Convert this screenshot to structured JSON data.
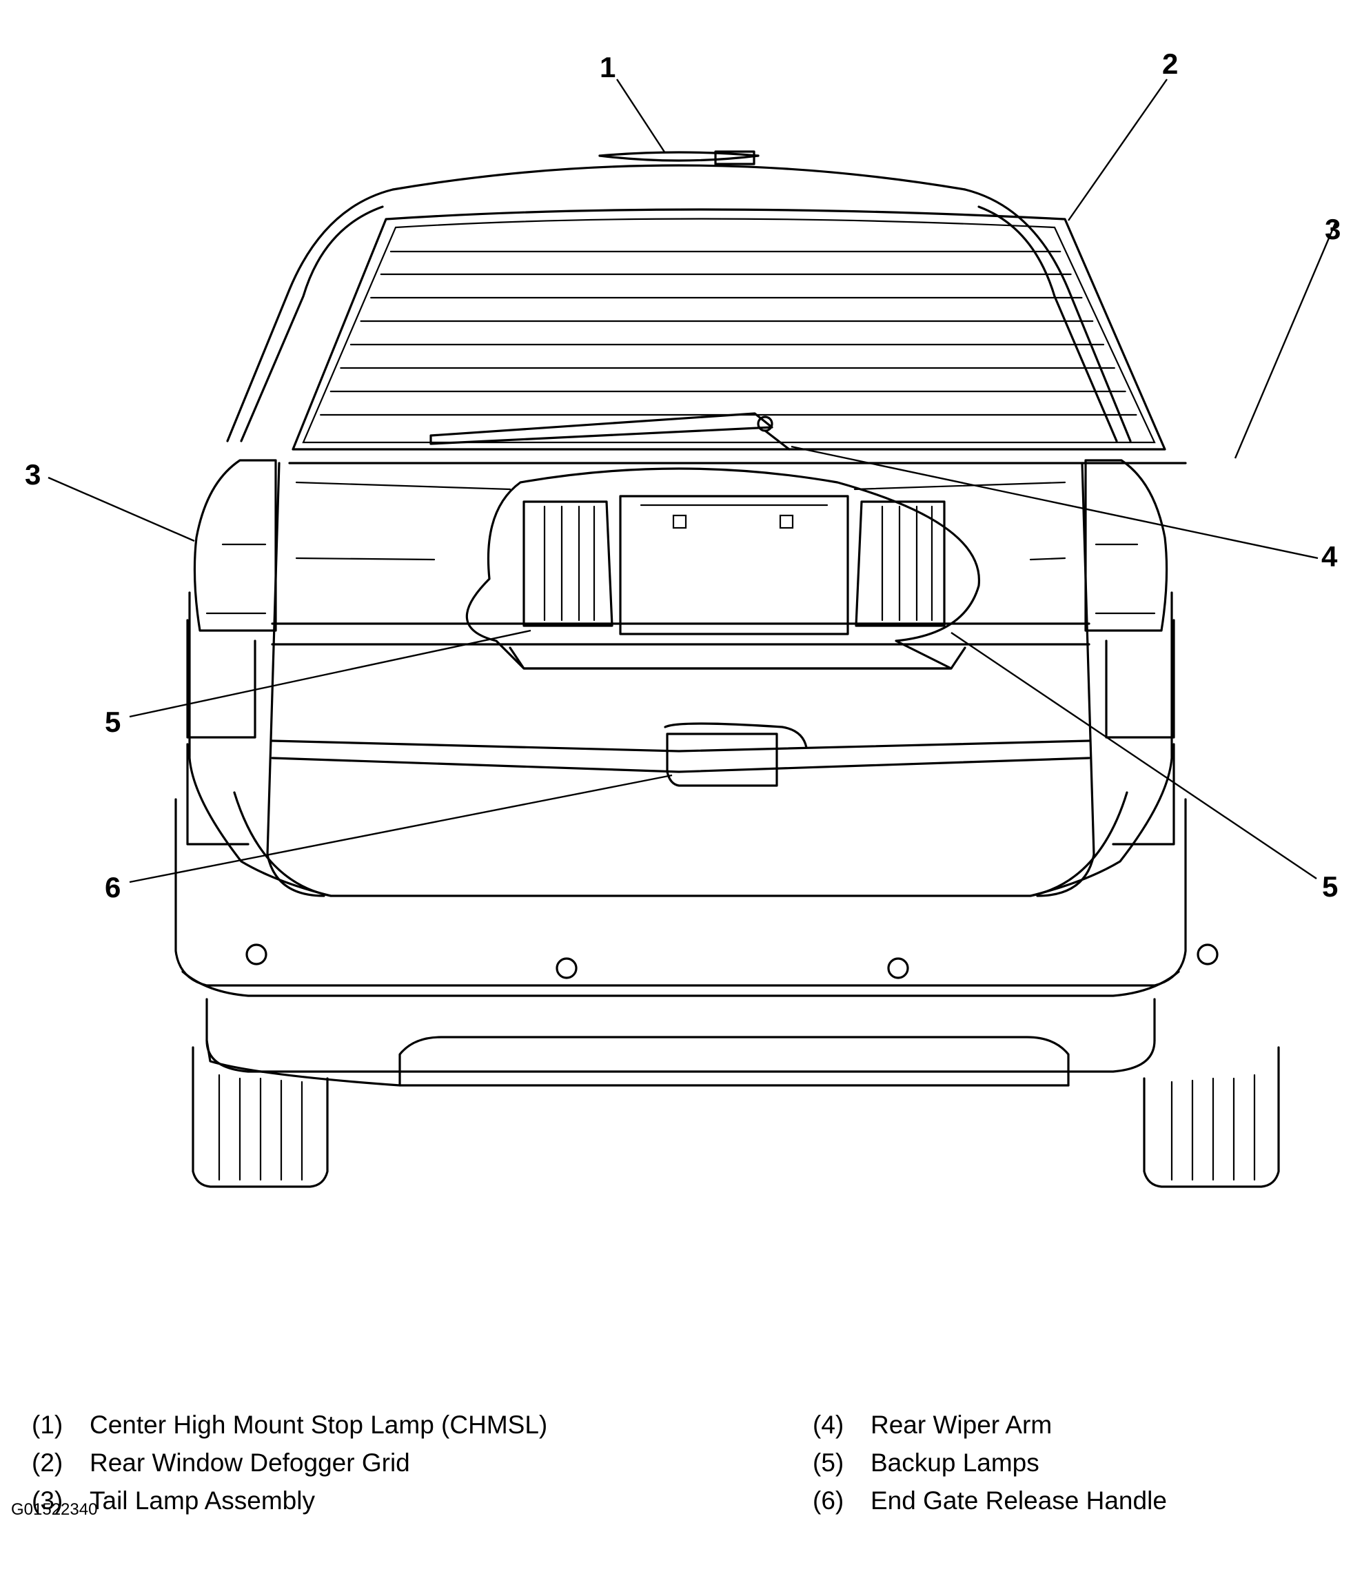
{
  "callouts": [
    "1",
    "2",
    "3",
    "3",
    "4",
    "5",
    "5",
    "6"
  ],
  "legend": {
    "left": [
      {
        "num": "(1)",
        "text": "Center High Mount Stop Lamp (CHMSL)"
      },
      {
        "num": "(2)",
        "text": "Rear Window Defogger Grid"
      },
      {
        "num": "(3)",
        "text": "Tail Lamp Assembly"
      }
    ],
    "right": [
      {
        "num": "(4)",
        "text": "Rear Wiper Arm"
      },
      {
        "num": "(5)",
        "text": "Backup Lamps"
      },
      {
        "num": "(6)",
        "text": "End Gate Release Handle"
      }
    ]
  },
  "figure_code": "G01522340"
}
